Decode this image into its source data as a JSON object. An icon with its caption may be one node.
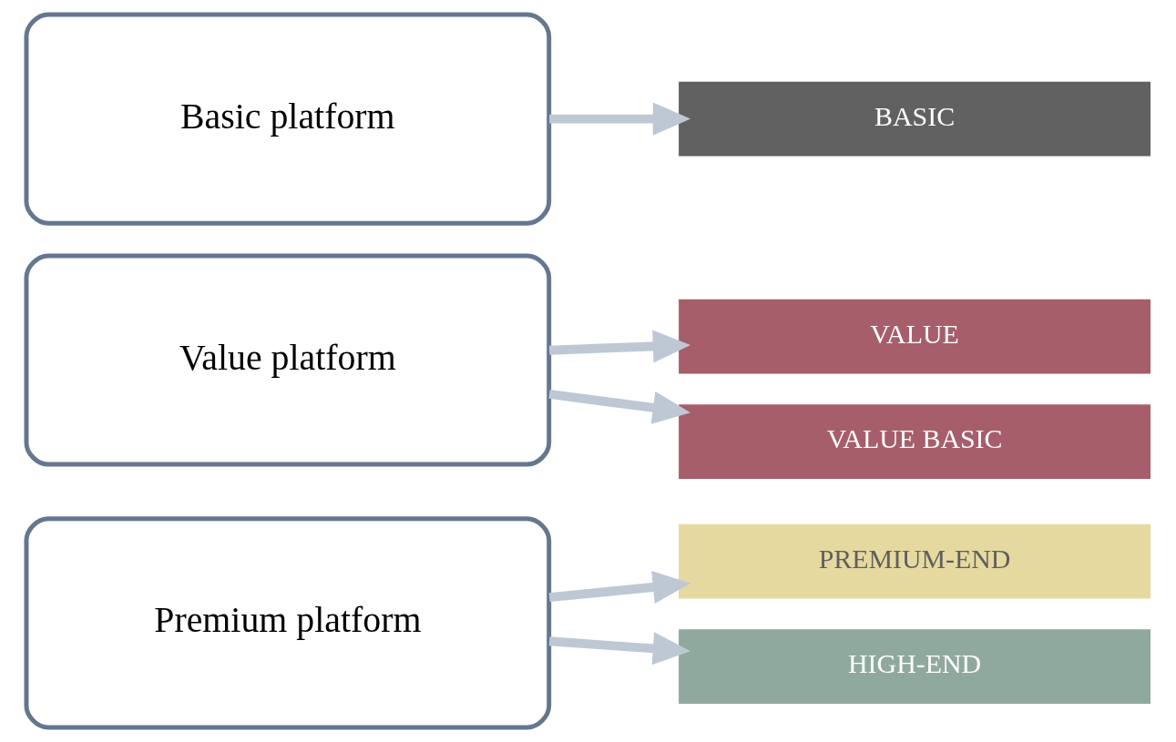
{
  "diagram": {
    "nodes": [
      {
        "text": [
          "Premium platform"
        ]
      },
      {
        "text": [
          "PREMIUM-END"
        ]
      },
      {
        "text": [
          "HIGH-END"
        ]
      },
      {
        "text": [
          "Value platform"
        ]
      },
      {
        "text": [
          "VALUE"
        ]
      },
      {
        "text": [
          "VALUE BASIC"
        ]
      },
      {
        "text": [
          "Basic platform"
        ]
      },
      {
        "text": [
          "BASIC"
        ]
      }
    ],
    "edges": [
      {
        "from": 0,
        "to": 1,
        "arrow": "to"
      },
      {
        "from": 0,
        "to": 2,
        "arrow": "to"
      },
      {
        "from": 3,
        "to": 4,
        "arrow": "to"
      },
      {
        "from": 3,
        "to": 5,
        "arrow": "to"
      },
      {
        "from": 6,
        "to": 7,
        "arrow": "to"
      }
    ]
  }
}
